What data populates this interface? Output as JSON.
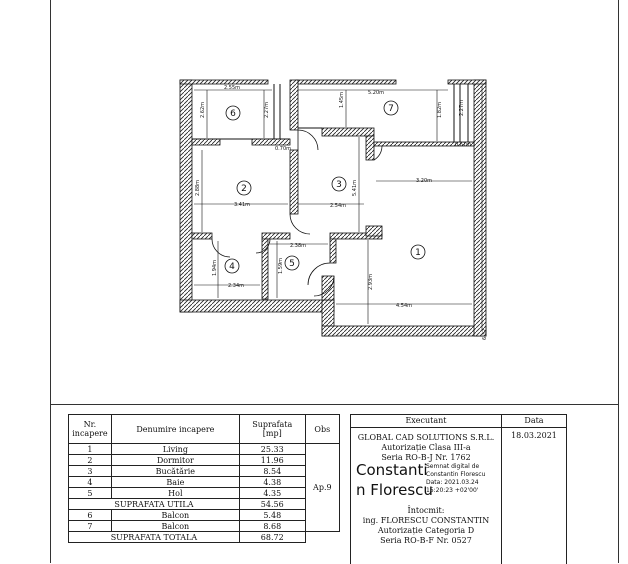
{
  "plan": {
    "dimensions": {
      "d1": "2.55m",
      "d2": "5.20m",
      "d3": "2.62m",
      "d4": "2.27m",
      "d5": "1.45m",
      "d6": "1.82m",
      "d7": "2.27m",
      "d8": "0.70m",
      "d9": "0.61m",
      "d10": "3.20m",
      "d11": "2.88m",
      "d12": "3.41m",
      "d13": "2.54m",
      "d14": "5.41m",
      "d15": "2.38m",
      "d16": "1.59m",
      "d17": "1.94m",
      "d18": "2.34m",
      "d19": "2.93m",
      "d20": "4.54m",
      "d21": "6.32"
    },
    "room_numbers": [
      "1",
      "2",
      "3",
      "4",
      "5",
      "6",
      "7"
    ]
  },
  "rooms_table": {
    "headers": {
      "nr": "Nr. incapere",
      "name": "Denumire incapere",
      "area": "Suprafata [mp]",
      "obs": "Obs"
    },
    "rows": [
      {
        "nr": "1",
        "name": "Living",
        "area": "25.33"
      },
      {
        "nr": "2",
        "name": "Dormitor",
        "area": "11.96"
      },
      {
        "nr": "3",
        "name": "Bucătărie",
        "area": "8.54"
      },
      {
        "nr": "4",
        "name": "Baie",
        "area": "4.38"
      },
      {
        "nr": "5",
        "name": "Hol",
        "area": "4.35"
      }
    ],
    "useful_label": "SUPRAFATA UTILA",
    "useful_area": "54.56",
    "balconies": [
      {
        "nr": "6",
        "name": "Balcon",
        "area": "5.48"
      },
      {
        "nr": "7",
        "name": "Balcon",
        "area": "8.68"
      }
    ],
    "total_label": "SUPRAFATA TOTALA",
    "total_area": "68.72",
    "obs_value": "Ap.9"
  },
  "executant": {
    "header": "Executant",
    "date_header": "Data",
    "date": "18.03.2021",
    "company": "GLOBAL CAD SOLUTIONS S.R.L.",
    "authorization": "Autorizație Clasa III-a",
    "series": "Seria RO-B-J Nr. 1762",
    "signature_line1": "Constanti",
    "signature_line2": "n Florescu",
    "signature_note": [
      "Semnat digital de",
      "Constantin Florescu",
      "Data: 2021.03.24",
      "15:20:23 +02'00'"
    ],
    "drafted_label": "Întocmit:",
    "drafter": "ing. FLORESCU CONSTANTIN",
    "drafter_authorization": "Autorizație Categoria D",
    "drafter_series": "Seria RO-B-F Nr. 0527"
  }
}
